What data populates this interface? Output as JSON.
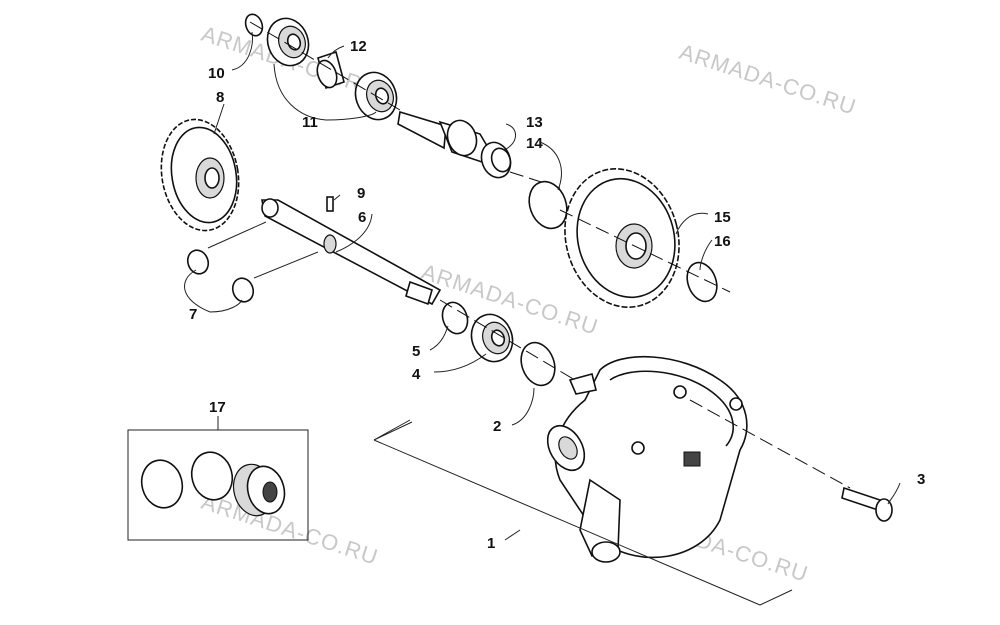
{
  "watermark": "ARMADA-CO.RU",
  "callouts": {
    "p1": "1",
    "p2": "2",
    "p3": "3",
    "p4": "4",
    "p5": "5",
    "p6": "6",
    "p7": "7",
    "p8": "8",
    "p9": "9",
    "p10": "10",
    "p11": "11",
    "p12": "12",
    "p13": "13",
    "p14": "14",
    "p15": "15",
    "p16": "16",
    "p17": "17"
  }
}
